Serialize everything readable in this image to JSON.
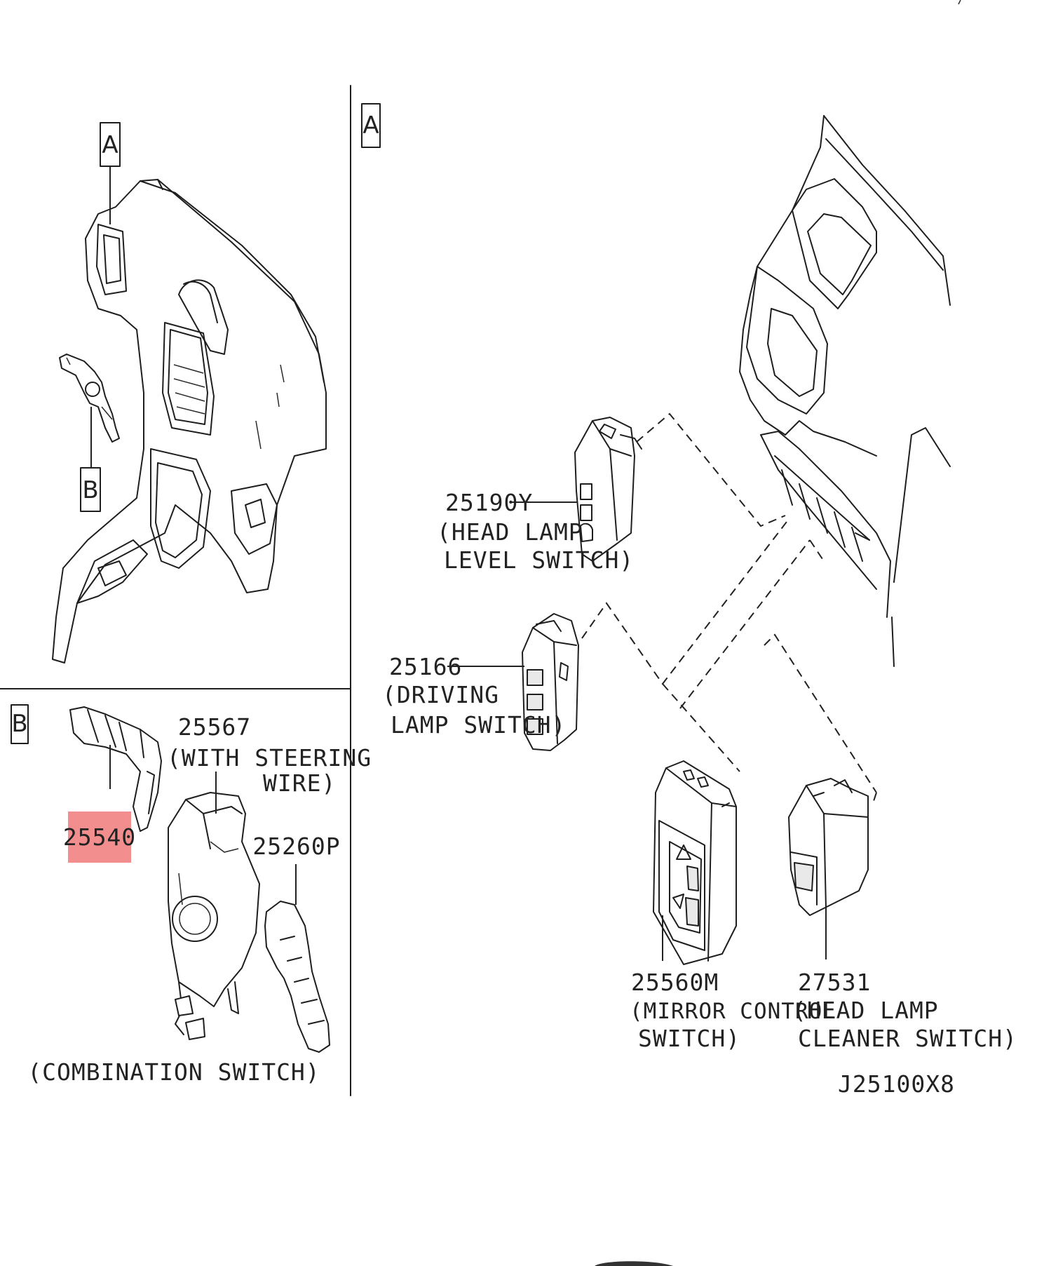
{
  "panels": {
    "a_label": "A",
    "b_label": "B",
    "a_callout": "A",
    "b_callout": "B"
  },
  "parts": {
    "p25190y": {
      "number": "25190Y",
      "name_line1": "(HEAD LAMP",
      "name_line2": "LEVEL SWITCH)"
    },
    "p25166": {
      "number": "25166",
      "name_line1": "(DRIVING",
      "name_line2": "LAMP SWITCH)"
    },
    "p25560m": {
      "number": "25560M",
      "name_line1": "(MIRROR CONTROL",
      "name_line2": "SWITCH)"
    },
    "p27531": {
      "number": "27531",
      "name_line1": "(HEAD LAMP",
      "name_line2": "CLEANER SWITCH)"
    },
    "p25567": {
      "number": "25567",
      "name_line1": "(WITH STEERING",
      "name_line2": "WIRE)"
    },
    "p25540": {
      "number": "25540"
    },
    "p25260p": {
      "number": "25260P"
    }
  },
  "assembly_caption": "(COMBINATION SWITCH)",
  "diagram_code": "J25100X8",
  "colors": {
    "highlight": "#f07a7a",
    "line": "#1e1e1e"
  }
}
